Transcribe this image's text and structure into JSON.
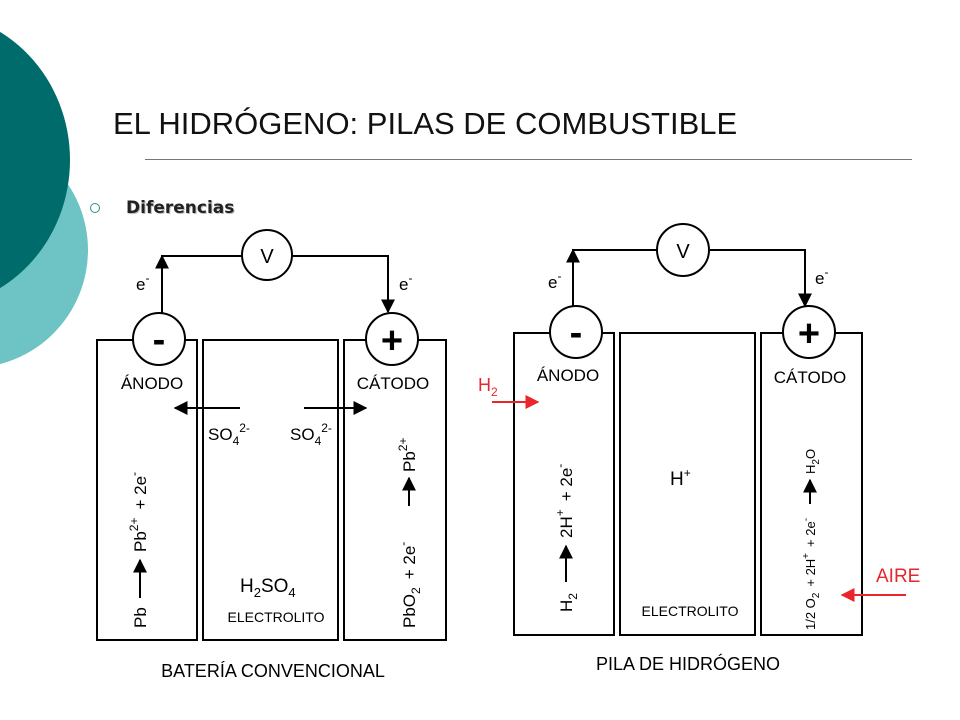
{
  "slide": {
    "title": "EL HIDRÓGENO: PILAS DE COMBUSTIBLE",
    "bullet": "Diferencias"
  },
  "colors": {
    "accent_dark": "#006b6b",
    "accent_light": "#6ec4c4",
    "arrow_red": "#e8262b",
    "line": "#000000"
  },
  "battery": {
    "voltmeter": "V",
    "electron_left": "e",
    "electron_right": "e",
    "electron_sup": "-",
    "minus": "-",
    "plus": "+",
    "anode": "ÁNODO",
    "cathode": "CÁTODO",
    "so4_left": "SO",
    "so4_right": "SO",
    "so4_sub": "4",
    "so4_sup": "2-",
    "anode_reactant": "Pb",
    "anode_product": "Pb",
    "anode_product_sup": "2+",
    "anode_electrons": "+ 2e",
    "cathode_reactant": "PbO",
    "cathode_reactant_sub": "2",
    "cathode_electrons": "+ 2e",
    "cathode_product": "Pb",
    "cathode_product_sup": "2+",
    "electrolyte_formula_a": "H",
    "electrolyte_formula_sub": "2",
    "electrolyte_formula_b": "SO",
    "electrolyte_formula_sub2": "4",
    "electrolyte_label": "ELECTROLITO",
    "caption": "BATERÍA CONVENCIONAL"
  },
  "fuel_cell": {
    "voltmeter": "V",
    "electron_left": "e",
    "electron_right": "e",
    "electron_sup": "-",
    "minus": "-",
    "plus": "+",
    "anode": "ÁNODO",
    "cathode": "CÁTODO",
    "h2_input": "H",
    "h2_input_sub": "2",
    "anode_reactant": "H",
    "anode_reactant_sub": "2",
    "anode_product": "2H",
    "anode_product_sup": "+",
    "anode_electrons": "+ 2e",
    "proton": "H",
    "proton_sup": "+",
    "cathode_reactant": "1/2 O",
    "cathode_reactant_sub": "2",
    "cathode_protons": "+ 2H",
    "cathode_protons_sup": "+",
    "cathode_electrons": "+ 2e",
    "cathode_product": "H",
    "cathode_product_sub": "2",
    "cathode_product_b": "O",
    "air_input": "AIRE",
    "electrolyte_label": "ELECTROLITO",
    "caption": "PILA DE HIDRÓGENO"
  }
}
